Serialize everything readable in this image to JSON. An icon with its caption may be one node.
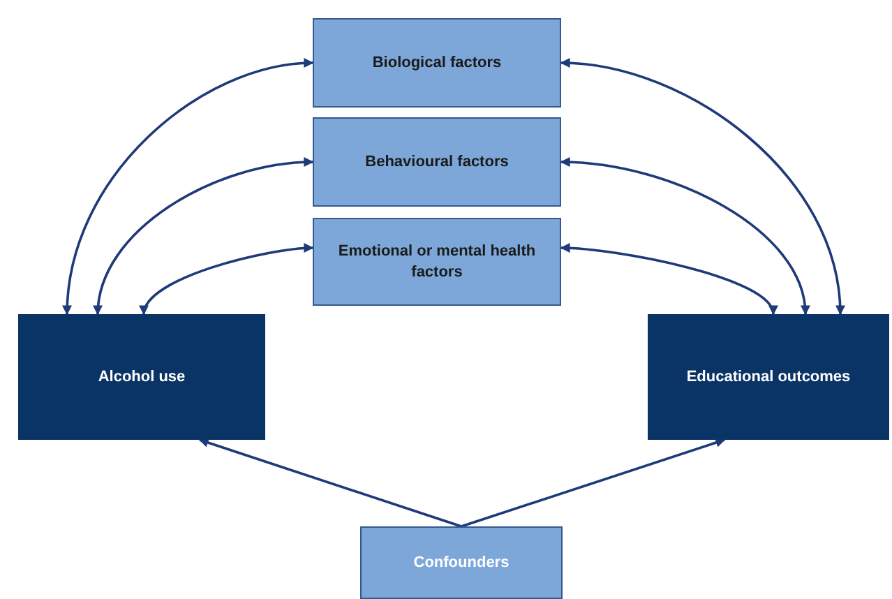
{
  "diagram": {
    "nodes": [
      {
        "text": [
          "Biological factors"
        ]
      },
      {
        "text": [
          "Behavioural factors"
        ]
      },
      {
        "text": [
          "Emotional or mental health factors"
        ]
      },
      {
        "text": [
          "Alcohol use"
        ]
      },
      {
        "text": [
          "Educational outcomes"
        ]
      },
      {
        "text": [
          "Confounders"
        ]
      }
    ],
    "edges": [
      {
        "from": 3,
        "to": 0,
        "arrow": "both"
      },
      {
        "from": 3,
        "to": 1,
        "arrow": "both"
      },
      {
        "from": 3,
        "to": 2,
        "arrow": "both"
      },
      {
        "from": 4,
        "to": 0,
        "arrow": "both"
      },
      {
        "from": 4,
        "to": 1,
        "arrow": "both"
      },
      {
        "from": 4,
        "to": 2,
        "arrow": "both"
      },
      {
        "from": 5,
        "to": 3,
        "arrow": "to"
      },
      {
        "from": 5,
        "to": 4,
        "arrow": "to"
      }
    ]
  }
}
